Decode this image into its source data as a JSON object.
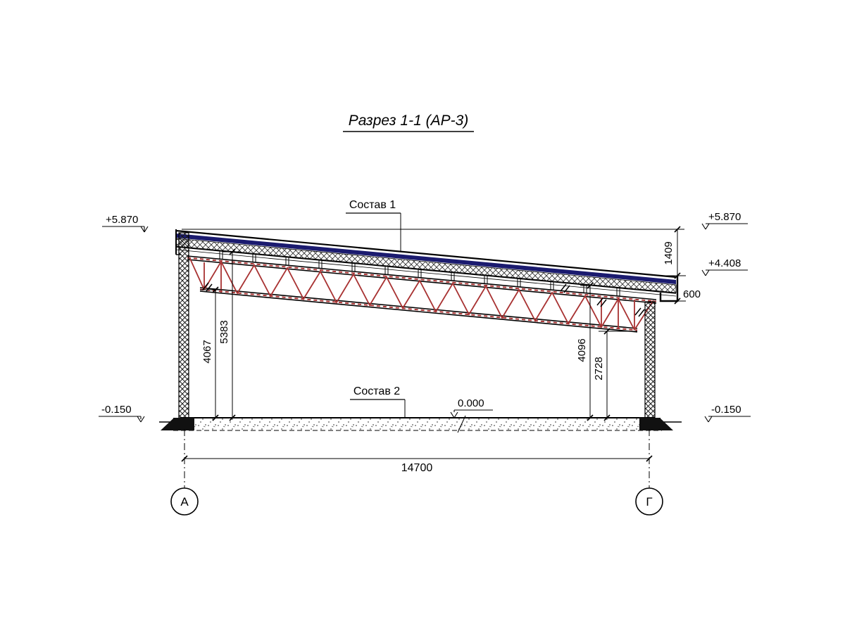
{
  "title": "Разрез 1-1 (АР-3)",
  "callouts": {
    "sostav1": "Состав 1",
    "sostav2": "Состав 2"
  },
  "elevations": {
    "left_top": "+5.870",
    "right_top": "+5.870",
    "right_eave": "+4.408",
    "left_ground": "-0.150",
    "right_ground": "-0.150",
    "floor": "0.000"
  },
  "dimensions": {
    "roof_drop": "1409",
    "edge_beam": "600",
    "left_to_roof": "5383",
    "left_to_truss": "4067",
    "right_to_roof": "4096",
    "right_to_truss": "2728",
    "span": "14700"
  },
  "axes": {
    "left": "А",
    "right": "Г"
  },
  "colors": {
    "truss_red": "#a83232",
    "roof_navy": "#1b1b6f"
  }
}
